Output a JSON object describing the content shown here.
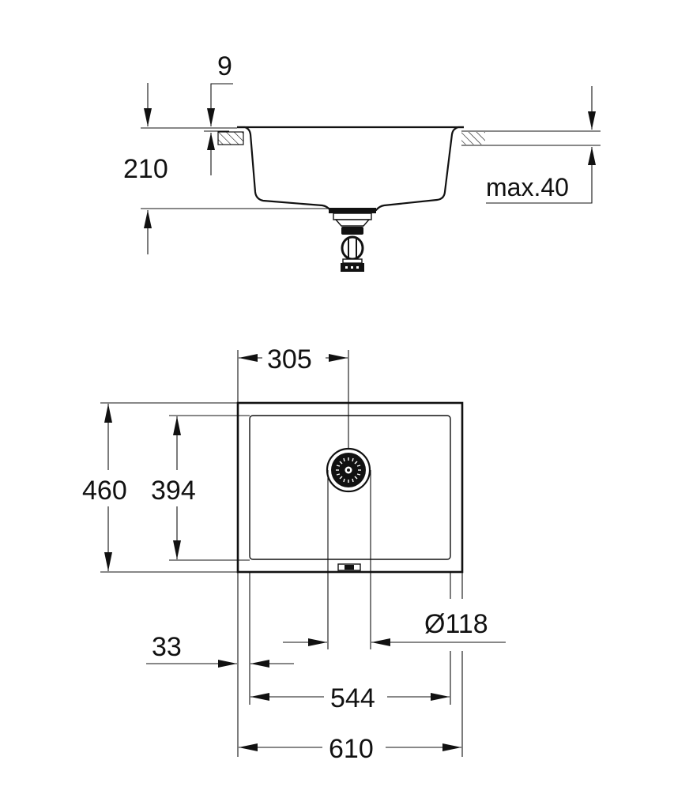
{
  "drawing": {
    "type": "technical-drawing",
    "subject": "undermount sink dimensions",
    "line_color": "#111111",
    "background": "#ffffff"
  },
  "side_view": {
    "dim_flange": "9",
    "dim_depth": "210",
    "dim_worktop": "max.40"
  },
  "top_view": {
    "dim_drain_offset": "305",
    "dim_outer_depth": "460",
    "dim_inner_depth": "394",
    "dim_drain_diameter": "Ø118",
    "dim_rim": "33",
    "dim_inner_width": "544",
    "dim_outer_width": "610"
  }
}
